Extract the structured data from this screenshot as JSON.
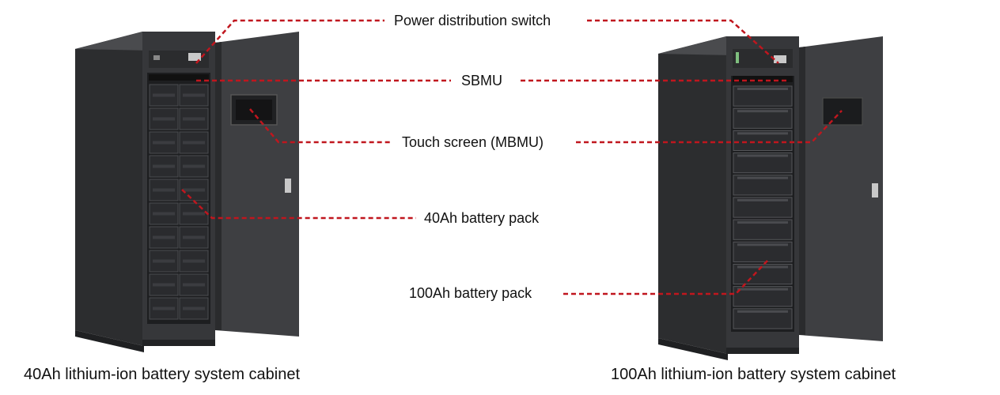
{
  "labels": {
    "power_switch": "Power distribution switch",
    "sbmu": "SBMU",
    "touch_screen": "Touch screen (MBMU)",
    "pack_40": "40Ah battery pack",
    "pack_100": "100Ah battery pack"
  },
  "captions": {
    "left": "40Ah lithium-ion battery system cabinet",
    "right": "100Ah lithium-ion battery system cabinet"
  },
  "colors": {
    "leader": "#c0161e",
    "cabinet_body": "#3a3b3d",
    "cabinet_side": "#2a2b2d",
    "door": "#404144",
    "interior": "#1c1d1f"
  },
  "counts": {
    "left_modules": 10,
    "right_modules": 11
  }
}
